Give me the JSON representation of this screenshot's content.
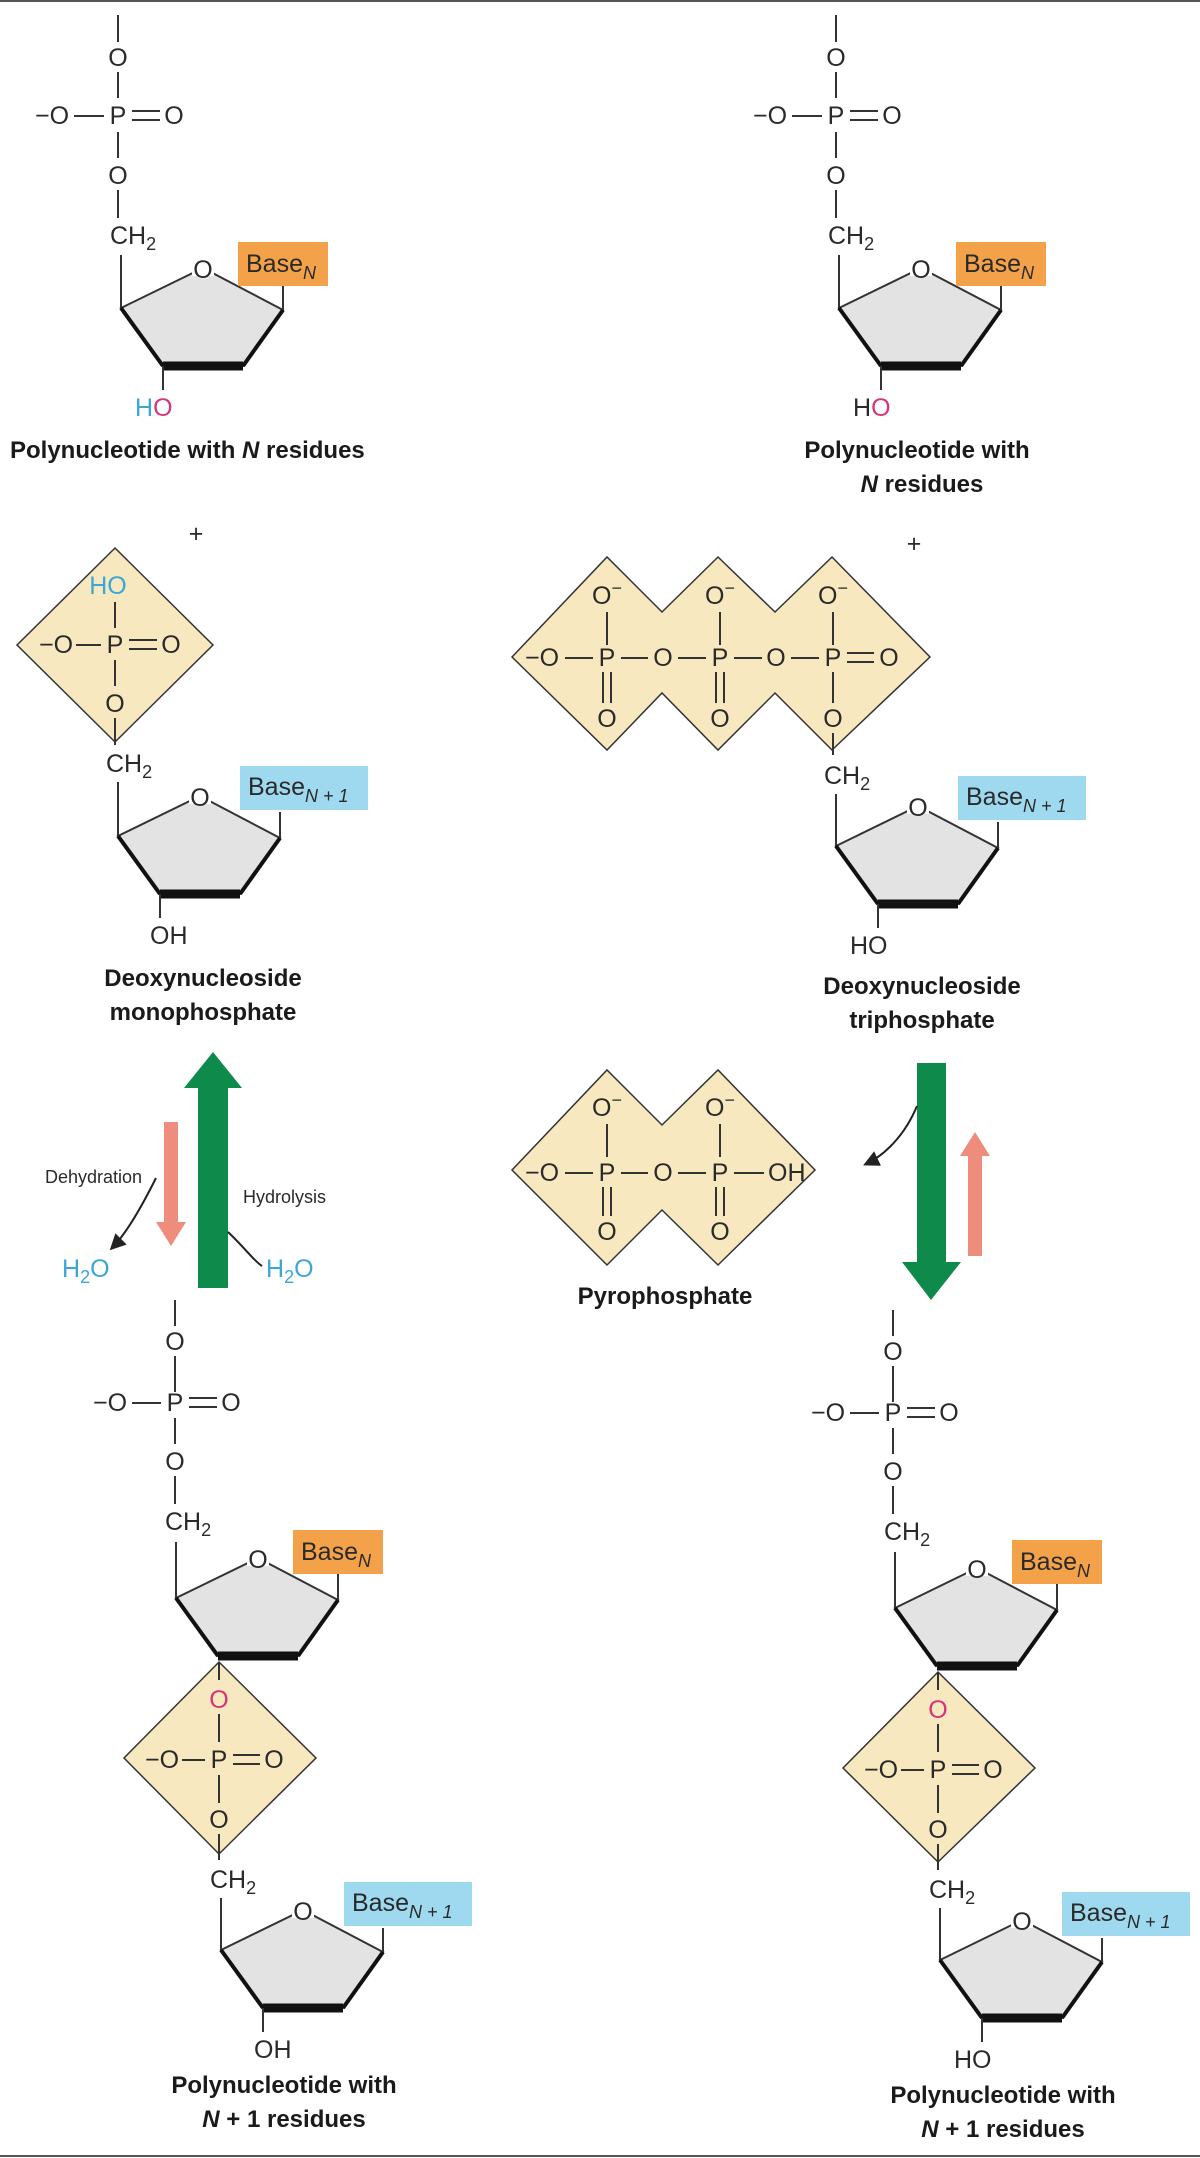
{
  "colors": {
    "base_n": "#f4a24a",
    "base_n1": "#9fd9f0",
    "phosphate_box": "#f8e8bf",
    "hydroxyl_blue": "#3aa7d6",
    "oxygen_magenta": "#d6337a",
    "forward_arrow": "#0e8a4a",
    "reverse_arrow": "#ee8d7c"
  },
  "icons": {
    "forward": "arrow-up-icon / arrow-down-icon (green, thick)",
    "reverse": "arrow-down-icon / arrow-up-icon (salmon, thin)",
    "ring": "furanose-pentagon-icon"
  },
  "labels": {
    "base": "Base",
    "sub_n": "N",
    "sub_n1": "N + 1",
    "ch2": "CH",
    "ch2_sub": "2",
    "oh": "OH",
    "ho": "HO",
    "h": "H",
    "o": "O",
    "p": "P",
    "o_minus": "O",
    "minus": "−",
    "plus": "+",
    "h2o_h": "H",
    "h2o_sub": "2",
    "h2o_o": "O"
  },
  "captions": {
    "left_top": {
      "pre": "Polynucleotide with ",
      "italic": "N",
      "post": " residues"
    },
    "right_top_line1": "Polynucleotide with",
    "right_top_line2": {
      "italic": "N",
      "post": " residues"
    },
    "dnmp_line1": "Deoxynucleoside",
    "dnmp_line2": "monophosphate",
    "dntp_line1": "Deoxynucleoside",
    "dntp_line2": "triphosphate",
    "pyrophosphate": "Pyrophosphate",
    "left_bottom_line1": "Polynucleotide with",
    "left_bottom_line2": {
      "italic": "N",
      "post": " + 1 residues"
    },
    "right_bottom_line1": "Polynucleotide with",
    "right_bottom_line2": {
      "italic": "N",
      "post": " + 1 residues"
    }
  },
  "arrow_labels": {
    "dehydration": "Dehydration",
    "hydrolysis": "Hydrolysis"
  }
}
